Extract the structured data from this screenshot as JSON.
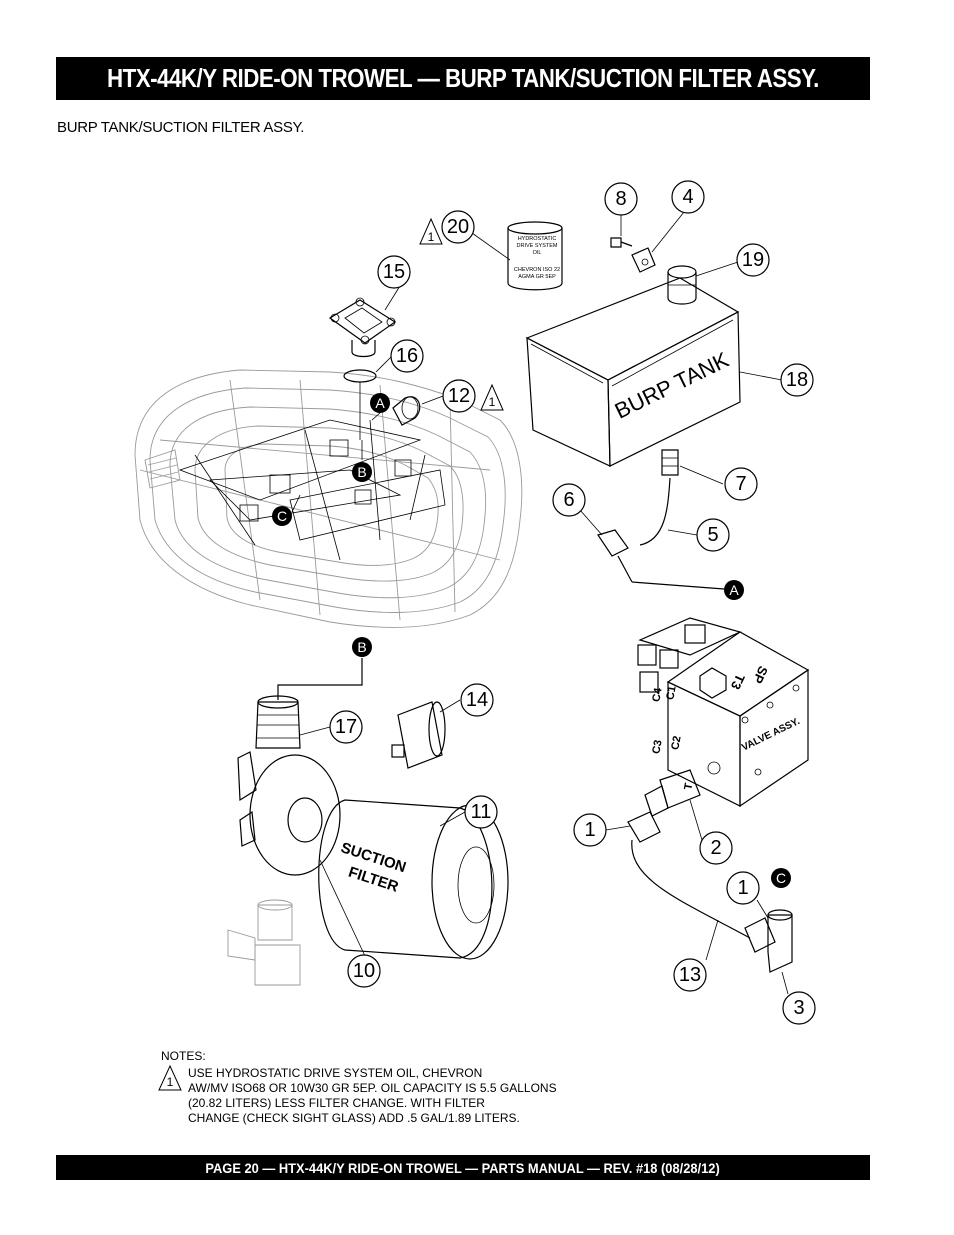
{
  "header": {
    "title": "HTX-44K/Y  RIDE-ON TROWEL —  BURP TANK/SUCTION FILTER ASSY."
  },
  "section_title": "BURP TANK/SUCTION FILTER ASSY.",
  "callouts": {
    "c1a": "1",
    "c1b": "1",
    "c2": "2",
    "c3": "3",
    "c4": "4",
    "c5": "5",
    "c6": "6",
    "c7": "7",
    "c8": "8",
    "c10": "10",
    "c11": "11",
    "c12": "12",
    "c13": "13",
    "c14": "14",
    "c15": "15",
    "c16": "16",
    "c17": "17",
    "c18": "18",
    "c19": "19",
    "c20": "20"
  },
  "connectors": {
    "a1": "A",
    "a2": "A",
    "b1": "B",
    "b2": "B",
    "c1": "C",
    "c2": "C"
  },
  "note_flag": "1",
  "labels": {
    "burp_tank": "BURP TANK",
    "suction_filter_1": "SUCTION",
    "suction_filter_2": "FILTER",
    "valve_assy": "VALVE ASSY.",
    "port_sp": "SP",
    "port_t3": "T3",
    "port_c4": "C4",
    "port_c1": "C1",
    "port_c3": "C3",
    "port_c2": "C2",
    "port_t": "T",
    "oil_can_1": "HYDROSTATIC",
    "oil_can_2": "DRIVE SYSTEM",
    "oil_can_3": "OIL",
    "oil_can_4": "CHEVRON ISO 22",
    "oil_can_5": "AGMA GR 5EP"
  },
  "notes": {
    "heading": "NOTES:",
    "lines": [
      "USE HYDROSTATIC DRIVE SYSTEM OIL, CHEVRON",
      "AW/MV ISO68 OR 10W30  GR 5EP. OIL CAPACITY IS 5.5 GALLONS",
      "(20.82 LITERS) LESS FILTER CHANGE. WITH FILTER",
      "CHANGE (CHECK SIGHT GLASS) ADD .5 GAL/1.89 LITERS."
    ]
  },
  "footer": {
    "text": "PAGE 20 — HTX-44K/Y RIDE-ON TROWEL — PARTS  MANUAL — REV. #18 (08/28/12)"
  }
}
